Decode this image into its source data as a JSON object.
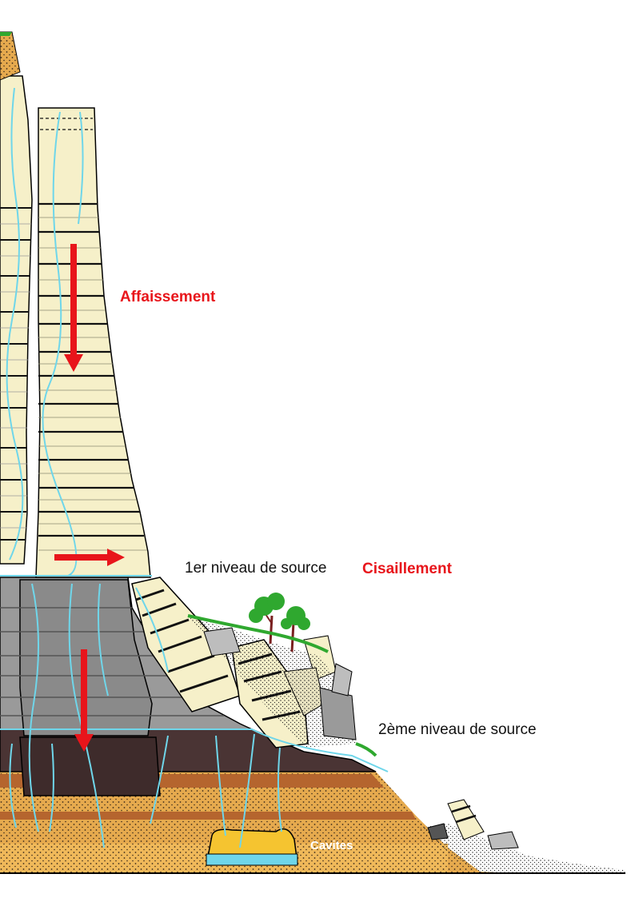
{
  "labels": {
    "affaissement": "Affaissement",
    "cisaillement": "Cisaillement",
    "source1": "1er niveau de source",
    "source2": "2ème niveau de source",
    "cavites": "Cavites"
  },
  "colors": {
    "cream": "#f6f0c9",
    "gray": "#9a9a9a",
    "dark_brown": "#4a3434",
    "orange_sand": "#e6aa4e",
    "rust": "#b5652e",
    "water": "#6fd6ea",
    "arrow": "#e8151b",
    "tree_green": "#2fa82f"
  }
}
